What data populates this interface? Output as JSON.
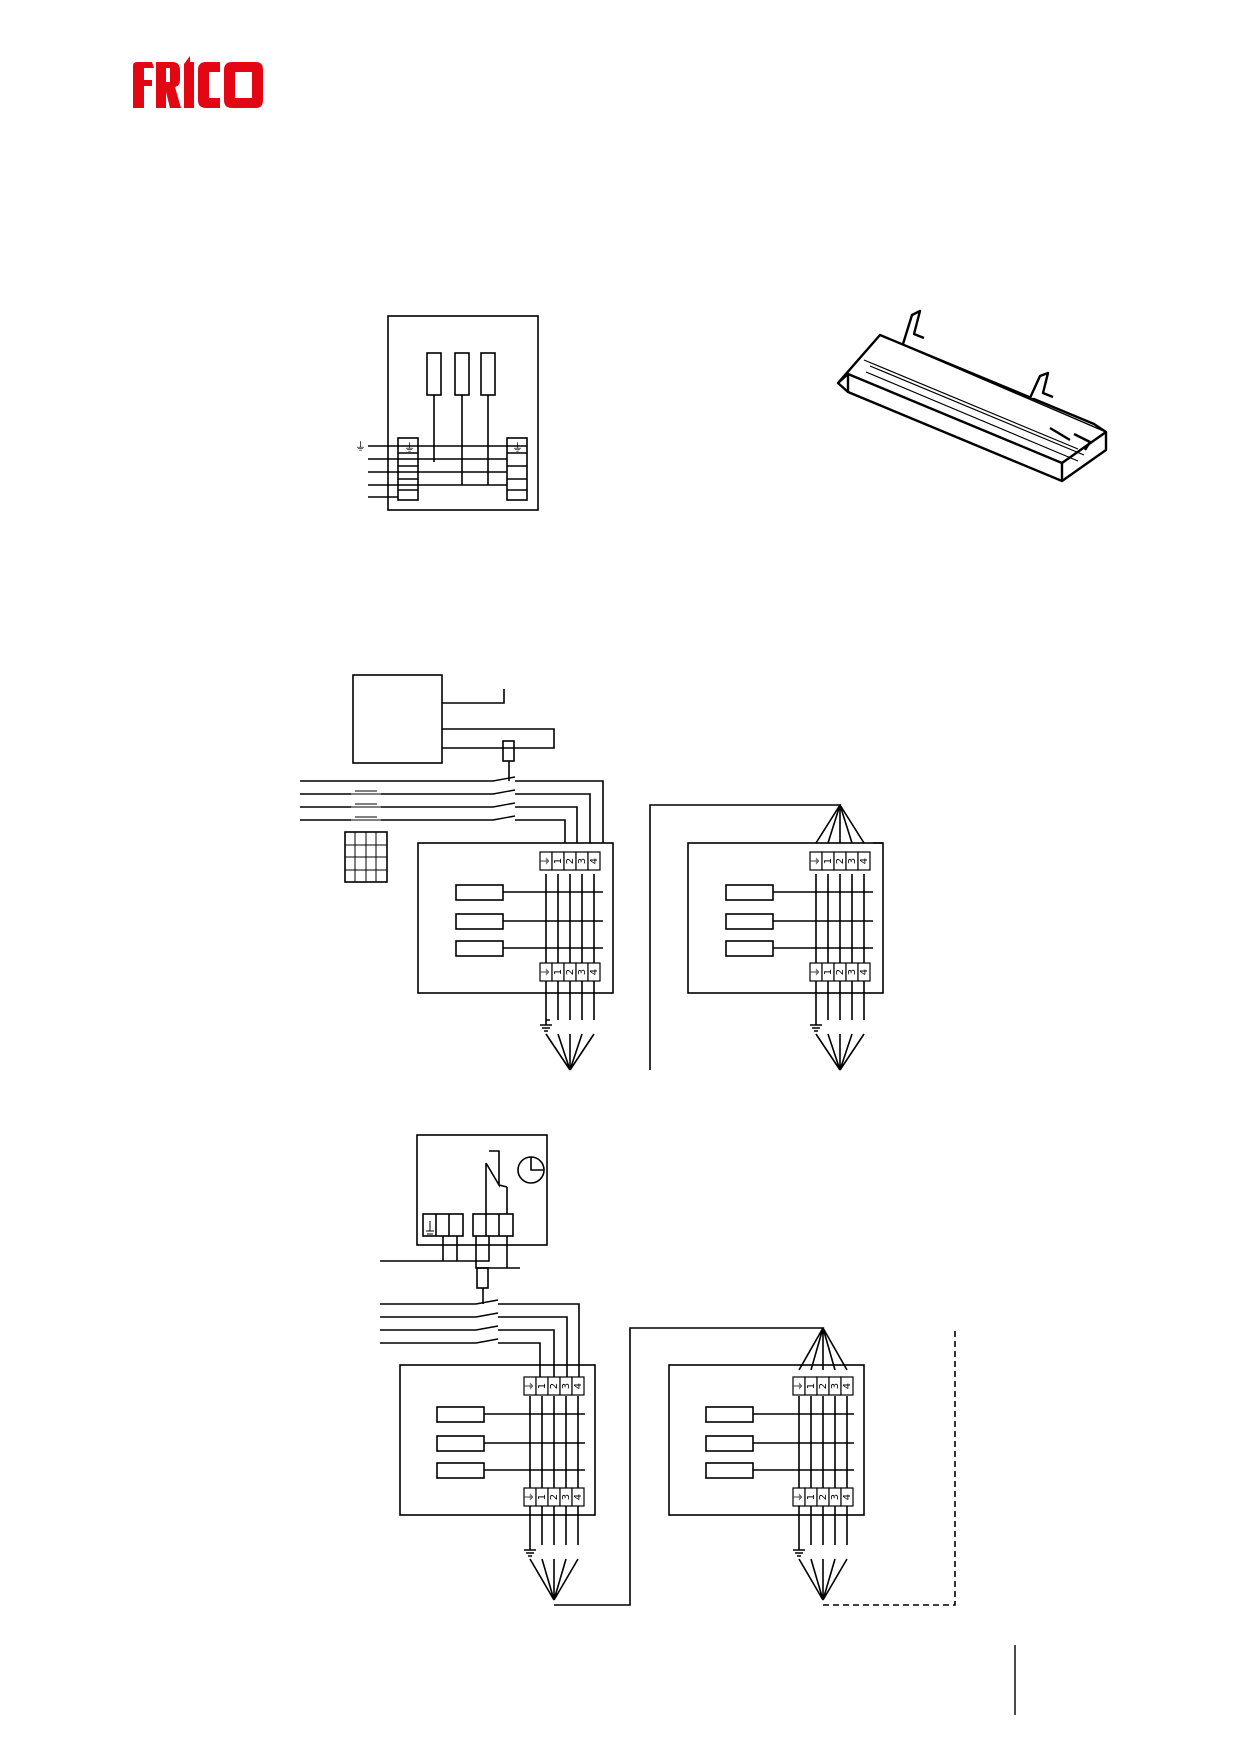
{
  "logo": {
    "text": "FRICO",
    "color": "#e30613"
  },
  "terminal_labels": [
    "⏚",
    "1",
    "2",
    "3",
    "4"
  ],
  "ground_symbol": "⏚",
  "colors": {
    "line": "#000000",
    "background": "#ffffff",
    "brand": "#e30613"
  }
}
